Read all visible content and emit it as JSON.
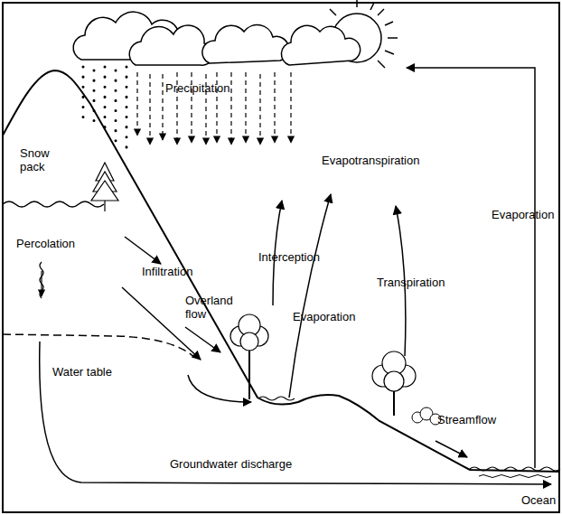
{
  "diagram": {
    "labels": [
      "Precipitation",
      "Snow pack",
      "Evapotranspiration",
      "Evaporation",
      "Percolation",
      "Interception",
      "Infiltration",
      "Transpiration",
      "Overland flow",
      "Evaporation",
      "Water table",
      "Streamflow",
      "Groundwater discharge",
      "Ocean"
    ]
  }
}
